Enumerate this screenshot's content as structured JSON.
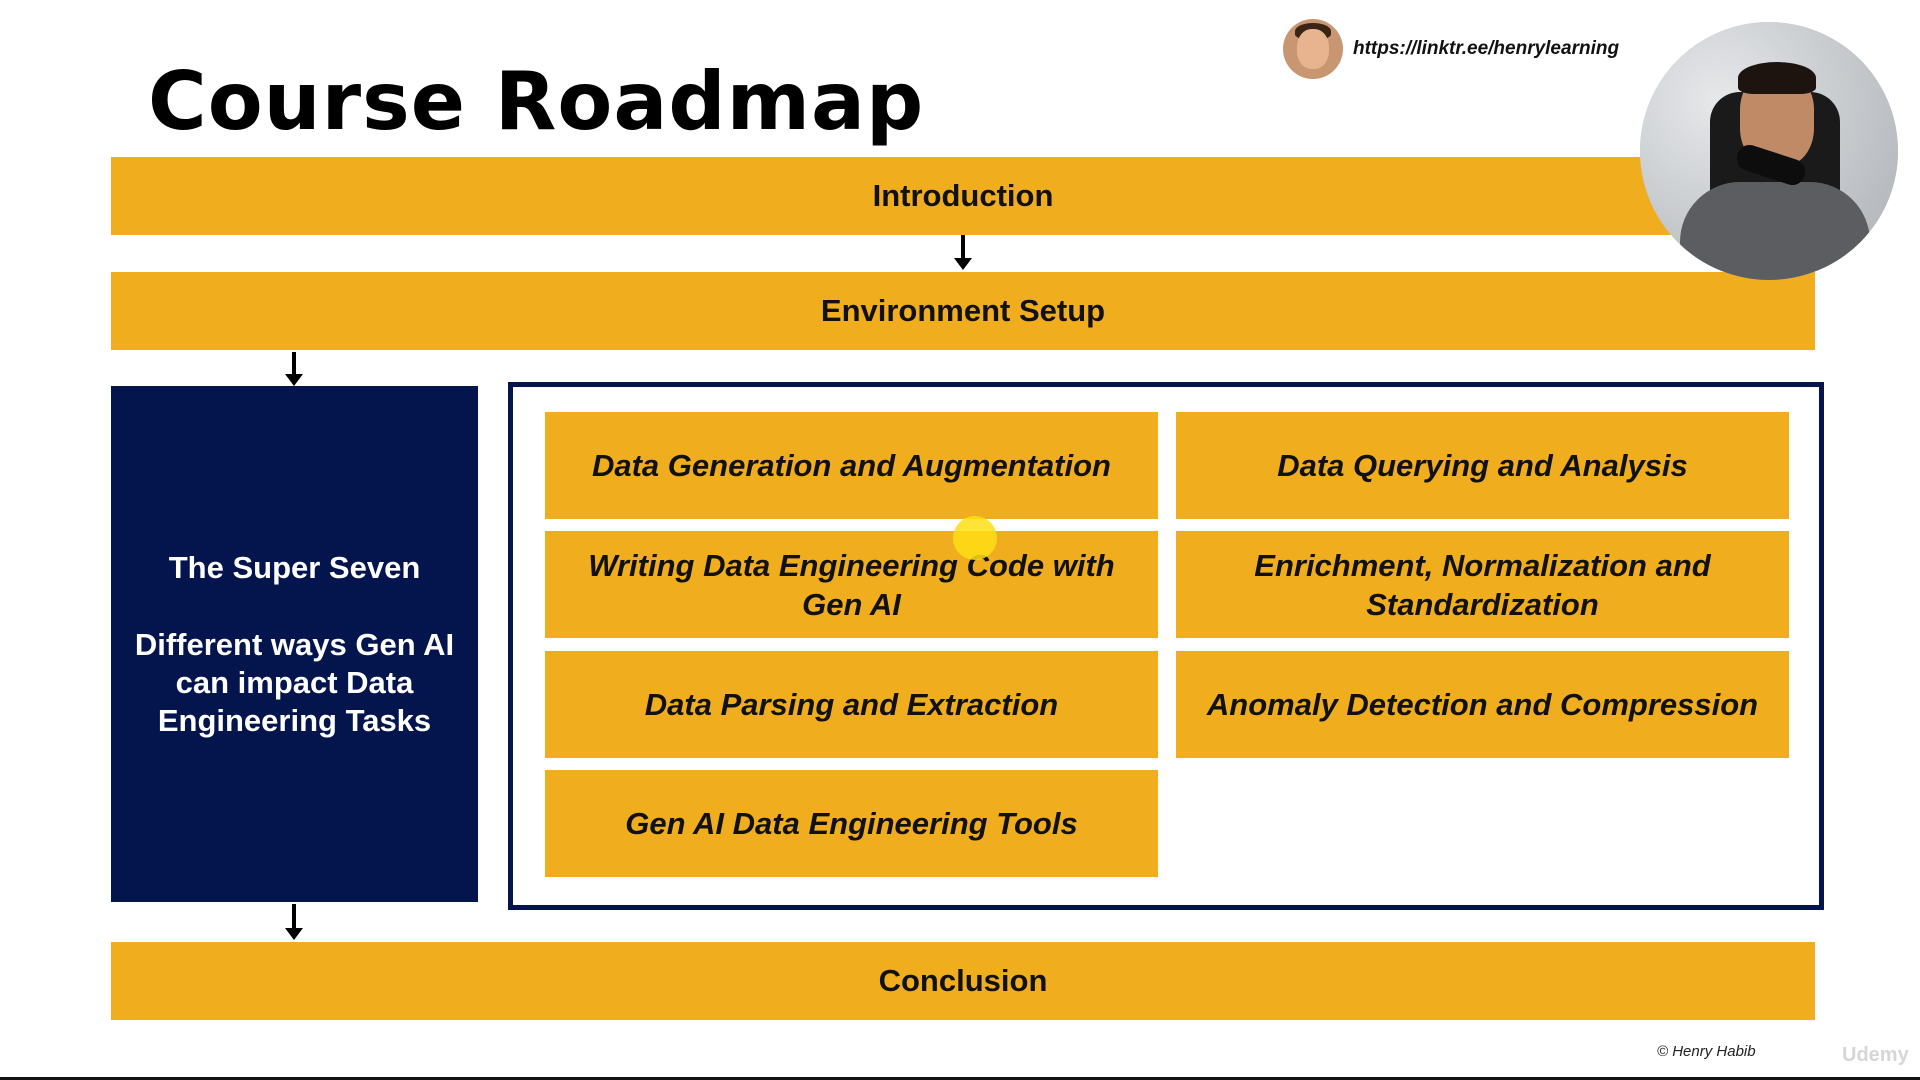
{
  "slide": {
    "title": "Course Roadmap",
    "link": "https://linktr.ee/henrylearning",
    "copyright": "© Henry Habib",
    "watermark": "Udemy"
  },
  "flow": {
    "introduction": "Introduction",
    "environment_setup": "Environment Setup",
    "conclusion": "Conclusion"
  },
  "super_seven": {
    "title": "The Super Seven",
    "subtitle": "Different ways Gen AI can impact Data Engineering Tasks"
  },
  "modules": [
    "Data Generation and Augmentation",
    "Data Querying and Analysis",
    "Writing Data Engineering Code with Gen AI",
    "Enrichment, Normalization and Standardization",
    "Data Parsing and Extraction",
    "Anomaly Detection and Compression",
    "Gen AI Data Engineering Tools"
  ],
  "colors": {
    "accent_yellow": "#f0ad1e",
    "navy": "#04154d",
    "pointer": "#ffde14"
  },
  "icons": {
    "presenter_avatar": "presenter-avatar-icon",
    "webcam": "webcam-overlay"
  }
}
